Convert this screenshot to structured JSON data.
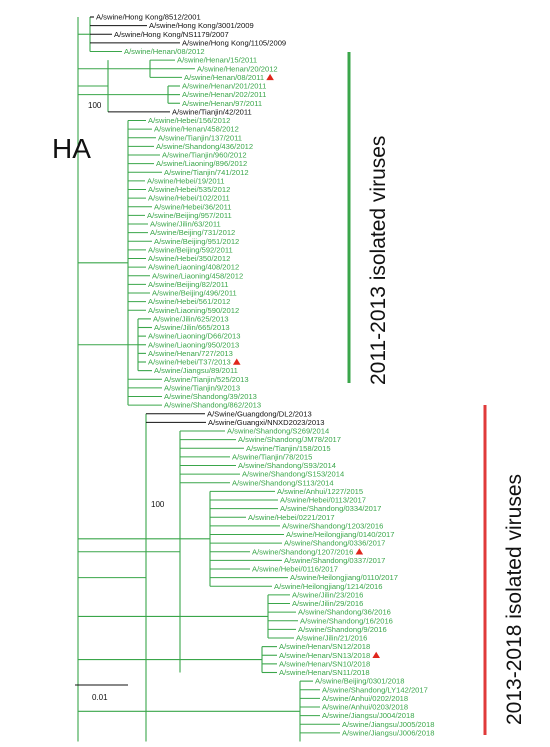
{
  "figure": {
    "title": "HA",
    "scale_label": "0.01",
    "colors": {
      "green": "#3aa64a",
      "black": "#111111",
      "red_bar": "#e03a3a",
      "marker": "#e0261c"
    }
  },
  "groups": {
    "g1": {
      "label": "2011-2013 isolated viruses"
    },
    "g2": {
      "label": "2013-2018 isolated viruses"
    }
  },
  "bootstrap": [
    "100",
    "100"
  ],
  "taxa": [
    {
      "name": "A/swine/Hong Kong/8512/2001",
      "color": "black",
      "marker": false
    },
    {
      "name": "A/swine/Hong Kong/3001/2009",
      "color": "black",
      "marker": false
    },
    {
      "name": "A/swine/Hong Kong/NS1179/2007",
      "color": "black",
      "marker": false
    },
    {
      "name": "A/swine/Hong Kong/1105/2009",
      "color": "black",
      "marker": false
    },
    {
      "name": "A/swine/Henan/08/2012",
      "color": "green",
      "marker": false
    },
    {
      "name": "A/swine/Henan/15/2011",
      "color": "green",
      "marker": false
    },
    {
      "name": "A/swine/Henan/20/2012",
      "color": "green",
      "marker": false
    },
    {
      "name": "A/swine/Henan/08/2011",
      "color": "green",
      "marker": true
    },
    {
      "name": "A/swine/Henan/201/2011",
      "color": "green",
      "marker": false
    },
    {
      "name": "A/swine/Henan/202/2011",
      "color": "green",
      "marker": false
    },
    {
      "name": "A/swine/Henan/97/2011",
      "color": "green",
      "marker": false
    },
    {
      "name": "A/swine/Tianjin/42/2011",
      "color": "black",
      "marker": false
    },
    {
      "name": "A/swine/Hebei/156/2012",
      "color": "green",
      "marker": false
    },
    {
      "name": "A/swine/Henan/458/2012",
      "color": "green",
      "marker": false
    },
    {
      "name": "A/swine/Tianjin/137/2011",
      "color": "green",
      "marker": false
    },
    {
      "name": "A/swine/Shandong/436/2012",
      "color": "green",
      "marker": false
    },
    {
      "name": "A/swine/Tianjin/960/2012",
      "color": "green",
      "marker": false
    },
    {
      "name": "A/swine/Liaoning/896/2012",
      "color": "green",
      "marker": false
    },
    {
      "name": "A/swine/Tianjin/741/2012",
      "color": "green",
      "marker": false
    },
    {
      "name": "A/swine/Hebei/19/2011",
      "color": "green",
      "marker": false
    },
    {
      "name": "A/swine/Hebei/535/2012",
      "color": "green",
      "marker": false
    },
    {
      "name": "A/swine/Hebei/102/2011",
      "color": "green",
      "marker": false
    },
    {
      "name": "A/swine/Hebei/36/2011",
      "color": "green",
      "marker": false
    },
    {
      "name": "A/swine/Beijing/957/2011",
      "color": "green",
      "marker": false
    },
    {
      "name": "A/swine/Jilin/63/2011",
      "color": "green",
      "marker": false
    },
    {
      "name": "A/swine/Beijing/731/2012",
      "color": "green",
      "marker": false
    },
    {
      "name": "A/swine/Beijing/951/2012",
      "color": "green",
      "marker": false
    },
    {
      "name": "A/swine/Beijing/592/2011",
      "color": "green",
      "marker": false
    },
    {
      "name": "A/swine/Hebei/350/2012",
      "color": "green",
      "marker": false
    },
    {
      "name": "A/swine/Liaoning/408/2012",
      "color": "green",
      "marker": false
    },
    {
      "name": "A/swine/Liaoning/458/2012",
      "color": "green",
      "marker": false
    },
    {
      "name": "A/swine/Beijing/82/2011",
      "color": "green",
      "marker": false
    },
    {
      "name": "A/swine/Beijing/496/2011",
      "color": "green",
      "marker": false
    },
    {
      "name": "A/swine/Hebei/561/2012",
      "color": "green",
      "marker": false
    },
    {
      "name": "A/swine/Liaoning/590/2012",
      "color": "green",
      "marker": false
    },
    {
      "name": "A/swine/Jilin/625/2013",
      "color": "green",
      "marker": false
    },
    {
      "name": "A/swine/Jilin/665/2013",
      "color": "green",
      "marker": false
    },
    {
      "name": "A/swine/Liaoning/D66/2013",
      "color": "green",
      "marker": false
    },
    {
      "name": "A/swine/Liaoning/950/2013",
      "color": "green",
      "marker": false
    },
    {
      "name": "A/swine/Henan/727/2013",
      "color": "green",
      "marker": false
    },
    {
      "name": "A/swine/Hebei/T37/2013",
      "color": "green",
      "marker": true
    },
    {
      "name": "A/swine/Jiangsu/89/2011",
      "color": "green",
      "marker": false
    },
    {
      "name": "A/swine/Tianjin/525/2013",
      "color": "green",
      "marker": false
    },
    {
      "name": "A/swine/Tianjin/9/2013",
      "color": "green",
      "marker": false
    },
    {
      "name": "A/swine/Shandong/39/2013",
      "color": "green",
      "marker": false
    },
    {
      "name": "A/swine/Shandong/862/2013",
      "color": "green",
      "marker": false
    },
    {
      "name": "A/Swine/Guangdong/DL2/2013",
      "color": "black",
      "marker": false
    },
    {
      "name": "A/swine/Guangxi/NNXD2023/2013",
      "color": "black",
      "marker": false
    },
    {
      "name": "A/swine/Shandong/S269/2014",
      "color": "green",
      "marker": false
    },
    {
      "name": "A/swine/Shandong/JM78/2017",
      "color": "green",
      "marker": false
    },
    {
      "name": "A/swine/Tianjin/158/2015",
      "color": "green",
      "marker": false
    },
    {
      "name": "A/swine/Tianjin/78/2015",
      "color": "green",
      "marker": false
    },
    {
      "name": "A/swine/Shandong/S93/2014",
      "color": "green",
      "marker": false
    },
    {
      "name": "A/swine/Shandong/S153/2014",
      "color": "green",
      "marker": false
    },
    {
      "name": "A/swine/Shandong/S113/2014",
      "color": "green",
      "marker": false
    },
    {
      "name": "A/swine/Anhui/1227/2015",
      "color": "green",
      "marker": false
    },
    {
      "name": "A/swine/Hebei/0113/2017",
      "color": "green",
      "marker": false
    },
    {
      "name": "A/swine/Shandong/0334/2017",
      "color": "green",
      "marker": false
    },
    {
      "name": "A/swine/Hebei/0221/2017",
      "color": "green",
      "marker": false
    },
    {
      "name": "A/swine/Shandong/1203/2016",
      "color": "green",
      "marker": false
    },
    {
      "name": "A/swine/Heilongjiang/0140/2017",
      "color": "green",
      "marker": false
    },
    {
      "name": "A/swine/Shandong/0336/2017",
      "color": "green",
      "marker": false
    },
    {
      "name": "A/swine/Shandong/1207/2016",
      "color": "green",
      "marker": true
    },
    {
      "name": "A/swine/Shandong/0337/2017",
      "color": "green",
      "marker": false
    },
    {
      "name": "A/swine/Hebei/0116/2017",
      "color": "green",
      "marker": false
    },
    {
      "name": "A/swine/Heilongjiang/0110/2017",
      "color": "green",
      "marker": false
    },
    {
      "name": "A/swine/Heilongjiang/1214/2016",
      "color": "green",
      "marker": false
    },
    {
      "name": "A/swine/Jilin/23/2016",
      "color": "green",
      "marker": false
    },
    {
      "name": "A/swine/Jilin/29/2016",
      "color": "green",
      "marker": false
    },
    {
      "name": "A/swine/Shandong/36/2016",
      "color": "green",
      "marker": false
    },
    {
      "name": "A/swine/Shandong/16/2016",
      "color": "green",
      "marker": false
    },
    {
      "name": "A/swine/Shandong/9/2016",
      "color": "green",
      "marker": false
    },
    {
      "name": "A/swine/Jilin/21/2016",
      "color": "green",
      "marker": false
    },
    {
      "name": "A/swine/Henan/SN12/2018",
      "color": "green",
      "marker": false
    },
    {
      "name": "A/swine/Henan/SN13/2018",
      "color": "green",
      "marker": true
    },
    {
      "name": "A/swine/Henan/SN10/2018",
      "color": "green",
      "marker": false
    },
    {
      "name": "A/swine/Henan/SN11/2018",
      "color": "green",
      "marker": false
    },
    {
      "name": "A/swine/Beijing/0301/2018",
      "color": "green",
      "marker": false
    },
    {
      "name": "A/swine/Shandong/LY142/2017",
      "color": "green",
      "marker": false
    },
    {
      "name": "A/swine/Anhui/0202/2018",
      "color": "green",
      "marker": false
    },
    {
      "name": "A/swine/Anhui/0203/2018",
      "color": "green",
      "marker": false
    },
    {
      "name": "A/swine/Jiangsu/J004/2018",
      "color": "green",
      "marker": false
    },
    {
      "name": "A/swine/Jiangsu/J005/2018",
      "color": "green",
      "marker": false
    },
    {
      "name": "A/swine/Jiangsu/J006/2018",
      "color": "green",
      "marker": false
    }
  ]
}
